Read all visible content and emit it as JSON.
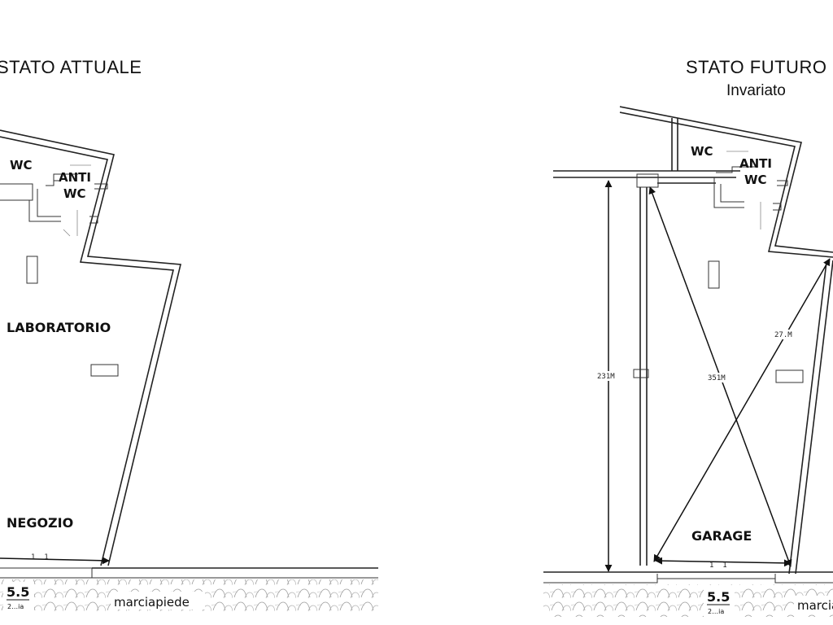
{
  "left_plan": {
    "title": "STATO ATTUALE",
    "rooms": {
      "wc": "WC",
      "anti": "ANTI",
      "anti_wc": "WC",
      "laboratorio": "LABORATORIO",
      "negozio": "NEGOZIO"
    },
    "street": "marciapiede",
    "scale": {
      "value": "5.5",
      "sub": "2…ia"
    },
    "door_dim": "1  1"
  },
  "right_plan": {
    "title": "STATO FUTURO",
    "subtitle": "Invariato",
    "rooms": {
      "wc": "WC",
      "anti": "ANTI",
      "anti_wc": "WC",
      "garage": "GARAGE"
    },
    "street": "marciapiede",
    "scale": {
      "value": "5.5",
      "sub": "2…ia"
    },
    "dimensions": {
      "vertical": "231M",
      "diagonal_1": "351M",
      "diagonal_2": "27.M",
      "door": "1  1"
    }
  }
}
